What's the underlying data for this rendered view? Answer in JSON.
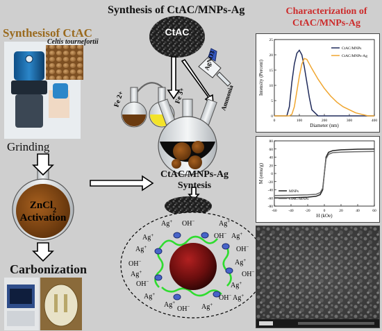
{
  "titles": {
    "main": "Synthesis of CtAC/MNPs-Ag",
    "left": "Synthesisof CtAC",
    "right": "Characterization of CtAC/MNPs-Ag",
    "plant": "Celtis tournefortii"
  },
  "steps": {
    "grinding": "Grinding",
    "activation": "ZnCl2\nActivation",
    "activation_line1": "ZnCl",
    "activation_sub": "2",
    "activation_line2": "Activation",
    "carbonization": "Carbonization",
    "synthesis": "CtAC/MNPs-Ag Syntesis"
  },
  "flask_labels": {
    "ctac": "CtAC",
    "fe2": "Fe 2+",
    "fe3": "Fe 3+",
    "agno3": "AgNO3",
    "ammonia": "Ammonia"
  },
  "ions": {
    "ag": "Ag+",
    "oh": "OH-",
    "oh_base": "OH",
    "ag_base": "Ag"
  },
  "dls_chart": {
    "xlabel": "Diameter (nm)",
    "ylabel": "Intensity (Percent)",
    "legend": [
      "CtAC/MNPs",
      "CtAC/MNPs-Ag"
    ]
  },
  "mh_chart": {
    "xlabel": "H (kOe)",
    "ylabel": "M (emu/g)",
    "legend": [
      "MNPs",
      "CtAC/MNPs"
    ]
  },
  "colors": {
    "left_title": "#9a6a1e",
    "right_title": "#cc2b2b",
    "series_navy": "#1f2a5a",
    "series_orange": "#f0a630",
    "flask_brown": "#6b3b10",
    "flask_yellow": "#f3e32a",
    "polymer_green": "#2fdc2f"
  },
  "chart_data": [
    {
      "type": "line",
      "x": [
        0,
        25,
        50,
        60,
        70,
        80,
        90,
        100,
        110,
        120,
        130,
        140,
        150,
        175,
        200,
        225,
        250,
        275,
        300,
        325,
        350,
        375,
        400
      ],
      "series": [
        {
          "name": "CtAC/MNPs",
          "values": [
            0,
            0,
            0,
            3,
            11,
            17,
            20.5,
            21.5,
            20,
            16,
            11,
            6,
            2,
            0,
            0,
            0,
            0,
            0,
            0,
            0,
            0,
            0,
            0
          ]
        },
        {
          "name": "CtAC/MNPs-Ag",
          "values": [
            0,
            0,
            0,
            0,
            0.5,
            3,
            8,
            13,
            17,
            18.8,
            18.5,
            17,
            15.5,
            12,
            9,
            6.5,
            4.5,
            3,
            2,
            1,
            0.5,
            0,
            0
          ]
        }
      ],
      "xlabel": "Diameter (nm)",
      "ylabel": "Intensity (Percent)",
      "xlim": [
        0,
        400
      ],
      "ylim": [
        0,
        25
      ],
      "xticks": [
        0,
        100,
        200,
        300,
        400
      ],
      "yticks": [
        0,
        5,
        10,
        15,
        20,
        25
      ],
      "legend_position": "top-right"
    },
    {
      "type": "line",
      "x": [
        -60,
        -40,
        -20,
        -10,
        -5,
        -2,
        0,
        2,
        5,
        10,
        20,
        40,
        60
      ],
      "series": [
        {
          "name": "MNPs",
          "values": [
            -60,
            -59.5,
            -58,
            -56,
            -52,
            -40,
            0,
            40,
            52,
            56,
            58,
            59.5,
            60
          ]
        },
        {
          "name": "CtAC/MNPs",
          "values": [
            -54,
            -53.5,
            -52.5,
            -51,
            -47,
            -36,
            0,
            36,
            47,
            51,
            52.5,
            53.5,
            54
          ]
        }
      ],
      "xlabel": "H (kOe)",
      "ylabel": "M (emu/g)",
      "xlim": [
        -60,
        60
      ],
      "ylim": [
        -80,
        80
      ],
      "xticks": [
        -60,
        -40,
        -20,
        0,
        20,
        40,
        60
      ],
      "yticks": [
        -80,
        -60,
        -40,
        -20,
        0,
        20,
        40,
        60,
        80
      ],
      "legend_position": "bottom-left"
    }
  ]
}
